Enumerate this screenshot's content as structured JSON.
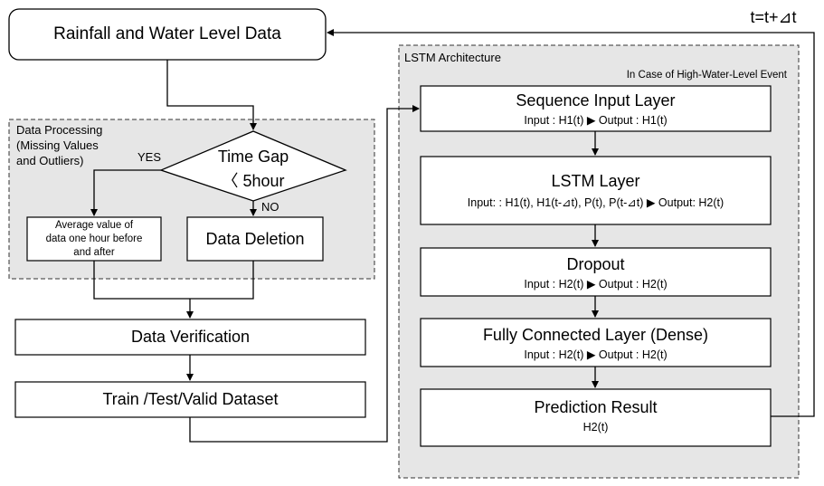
{
  "diagram": {
    "top_box": "Rainfall and Water Level Data",
    "loop_label": "t=t+⊿t",
    "processing": {
      "title": "Data Processing",
      "subtitle_1": "(Missing Values",
      "subtitle_2": "and Outliers)",
      "decision_1": "Time Gap",
      "decision_2": "〈 5hour",
      "yes": "YES",
      "no": "NO",
      "average_1": "Average value of",
      "average_2": "data one hour before",
      "average_3": "and after",
      "deletion": "Data Deletion"
    },
    "verification": "Data Verification",
    "dataset": "Train /Test/Valid Dataset",
    "lstm": {
      "title": "LSTM Architecture",
      "event": "In Case of High-Water-Level Event",
      "layers": [
        {
          "name": "Sequence Input Layer",
          "io": "Input : H1(t) ▶ Output : H1(t)"
        },
        {
          "name": "LSTM Layer",
          "io": "Input: : H1(t), H1(t-⊿t), P(t), P(t-⊿t) ▶ Output: H2(t)"
        },
        {
          "name": "Dropout",
          "io": "Input : H2(t) ▶ Output : H2(t)"
        },
        {
          "name": "Fully Connected Layer (Dense)",
          "io": "Input : H2(t) ▶ Output : H2(t)"
        },
        {
          "name": "Prediction Result",
          "io": "H2(t)"
        }
      ]
    }
  }
}
